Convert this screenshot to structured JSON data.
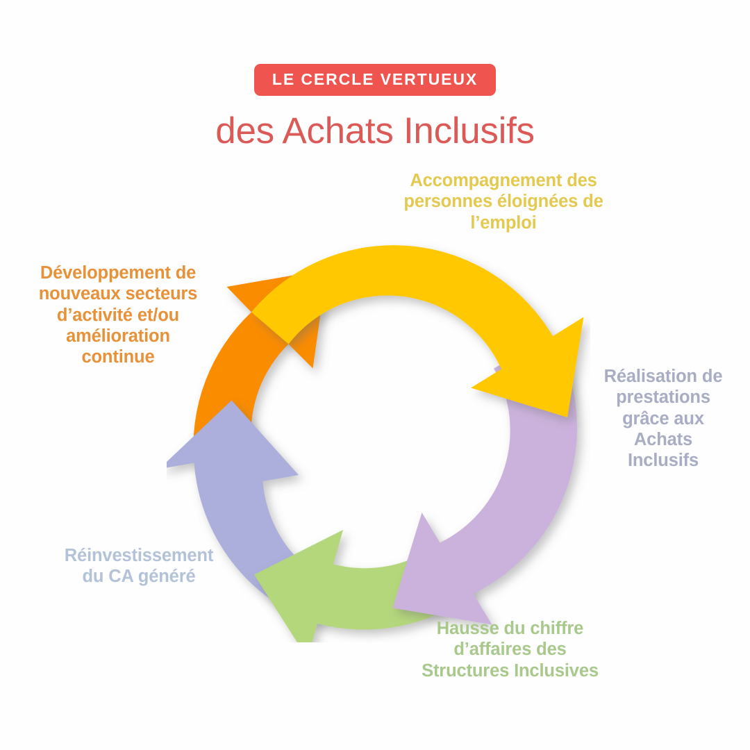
{
  "header": {
    "badge": "LE CERCLE VERTUEUX",
    "title": "des Achats Inclusifs",
    "badge_color": "#F0544E",
    "title_color": "#DB5A58"
  },
  "background_color": "#FDFEFD",
  "chart_data": {
    "type": "diagram",
    "diagram_kind": "cycle",
    "title": "LE CERCLE VERTUEUX des Achats Inclusifs",
    "direction": "clockwise",
    "step_count": 5,
    "steps": [
      {
        "index": 1,
        "label": "Accompagnement des\npersonnes éloignées de\nl’emploi",
        "position": "top",
        "arrow_color": "#FFC800",
        "text_color": "#E3C94F",
        "start_angle_deg": -115,
        "end_angle_deg": -10
      },
      {
        "index": 2,
        "label": "Réalisation de\nprestations\ngrâce aux\nAchats\nInclusifs",
        "position": "right",
        "arrow_color": "#CBB2DC",
        "text_color": "#A8ADC4",
        "start_angle_deg": -28,
        "end_angle_deg": 58
      },
      {
        "index": 3,
        "label": "Hausse du chiffre\nd’affaires des\nStructures Inclusives",
        "position": "bottom",
        "arrow_color": "#B4D77B",
        "text_color": "#A8C88C",
        "start_angle_deg": 42,
        "end_angle_deg": 143
      },
      {
        "index": 4,
        "label": "Réinvestissement\ndu CA généré",
        "position": "bottom-left",
        "arrow_color": "#ACAFDB",
        "text_color": "#B4C2D8",
        "start_angle_deg": 128,
        "end_angle_deg": 196
      },
      {
        "index": 5,
        "label": "Développement de\nnouveaux secteurs\nd’activité et/ou\namélioration\ncontinue",
        "position": "left",
        "arrow_color": "#FA8C06",
        "text_color": "#E79138",
        "start_angle_deg": 182,
        "end_angle_deg": 256
      }
    ]
  }
}
